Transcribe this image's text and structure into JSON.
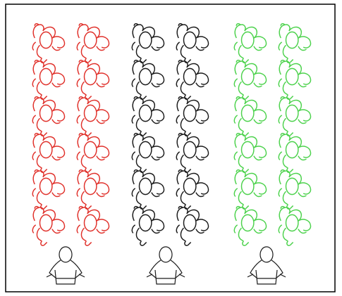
{
  "figure": {
    "frame_color": "#000000",
    "background": "#ffffff",
    "groups": [
      {
        "id": "red",
        "color": "#e0302a",
        "rows": 6,
        "cols": 2,
        "seated_icon": "seated-person-hands-raised-icon"
      },
      {
        "id": "black",
        "color": "#1a1a1a",
        "rows": 6,
        "cols": 2,
        "seated_icon": "seated-person-hands-raised-icon"
      },
      {
        "id": "green",
        "color": "#4cd24c",
        "rows": 6,
        "cols": 2,
        "seated_icon": "seated-person-hands-raised-icon"
      }
    ],
    "presenter": {
      "color": "#1a1a1a",
      "icon": "presenter-at-desk-icon",
      "count": 3
    }
  }
}
